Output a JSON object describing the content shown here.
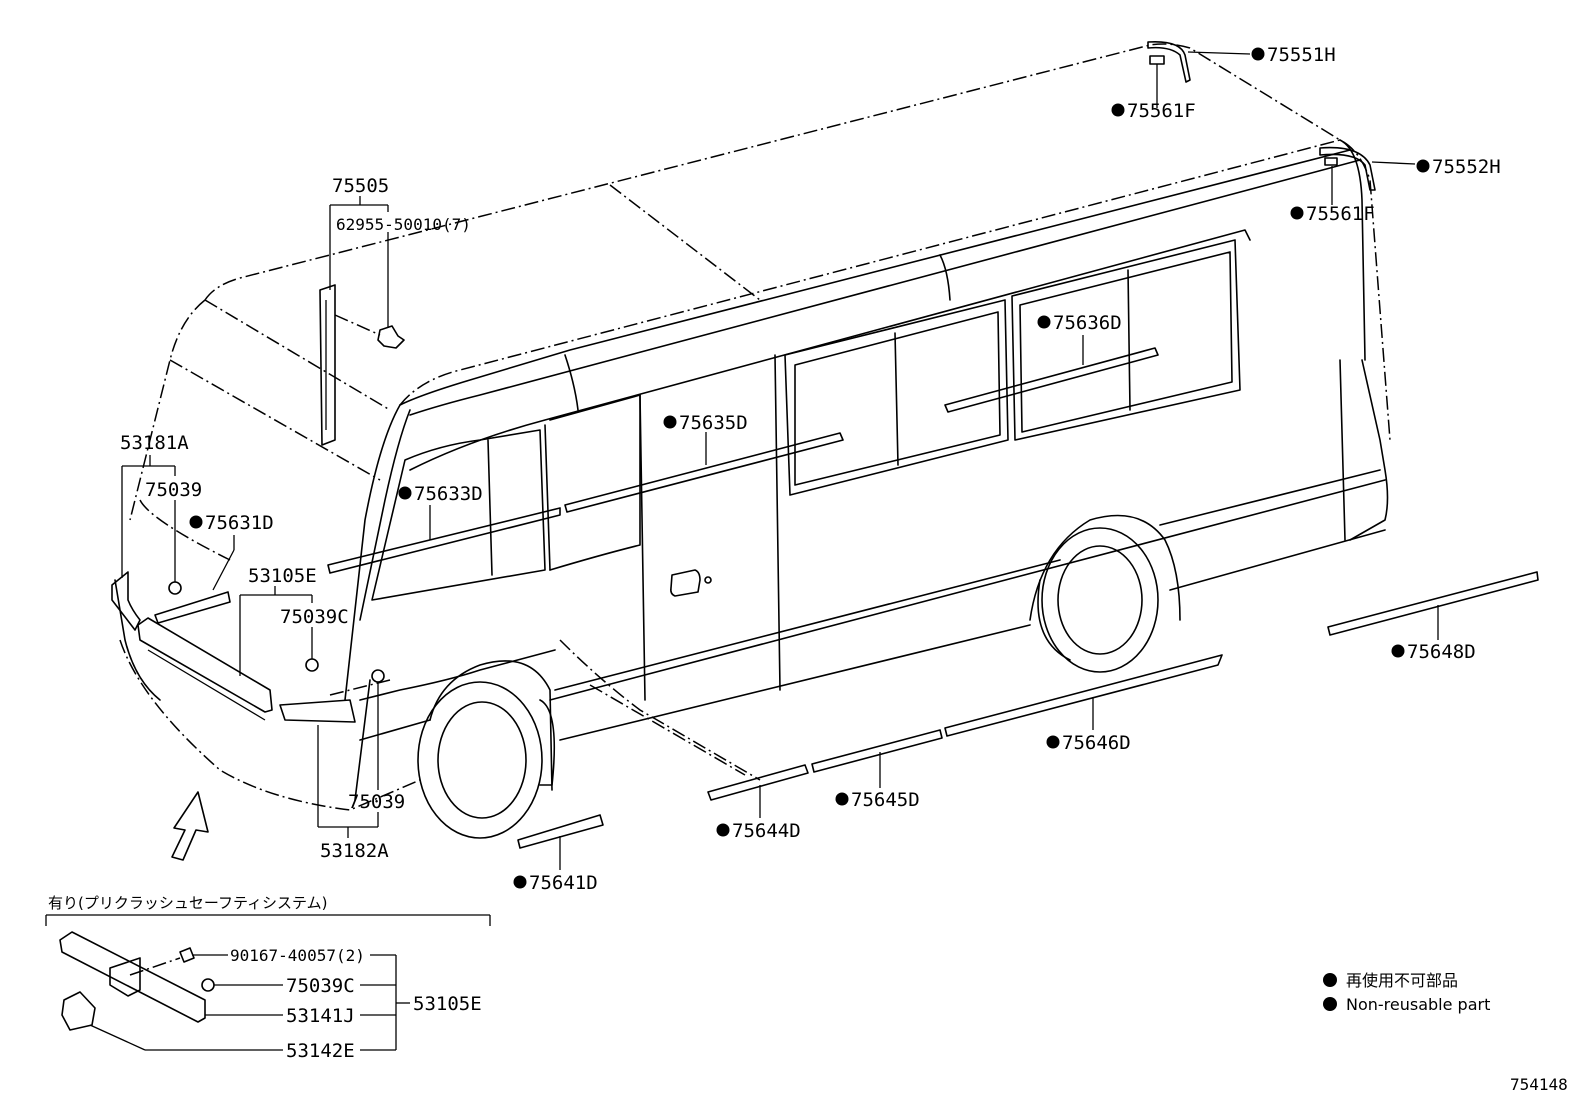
{
  "diagram": {
    "callouts": {
      "c75551H": "75551H",
      "c75561F_top": "75561F",
      "c75552H": "75552H",
      "c75561F_right": "75561F",
      "c75505": "75505",
      "c62955": "62955-50010(7)",
      "c75636D": "75636D",
      "c75635D": "75635D",
      "c53181A": "53181A",
      "c75039_left": "75039",
      "c75633D": "75633D",
      "c75631D": "75631D",
      "c53105E": "53105E",
      "c75039C": "75039C",
      "c75648D": "75648D",
      "c75646D": "75646D",
      "c75039_bottom": "75039",
      "c75645D": "75645D",
      "c75644D": "75644D",
      "c53182A": "53182A",
      "c75641D": "75641D"
    },
    "inset": {
      "title": "有り(プリクラッシュセーフティシステム)",
      "c90167": "90167-40057(2)",
      "c75039C": "75039C",
      "c53141J": "53141J",
      "c53142E": "53142E",
      "c53105E": "53105E"
    },
    "legend": {
      "jp": "再使用不可部品",
      "en": "Non-reusable part"
    },
    "figure_number": "754148"
  }
}
